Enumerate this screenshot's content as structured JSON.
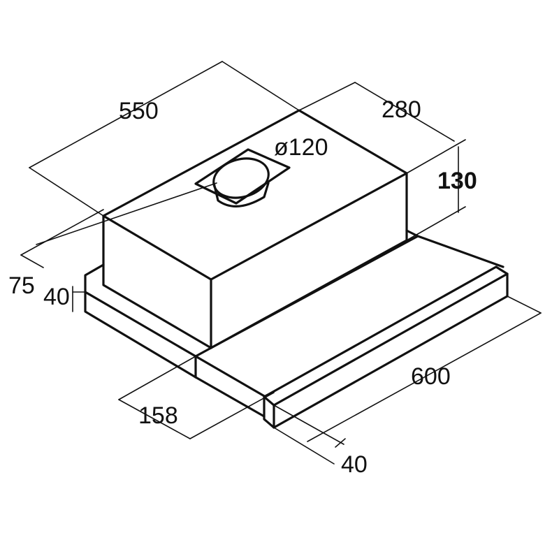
{
  "dimensions": {
    "width": "550",
    "depth": "280",
    "duct_diameter": "ø120",
    "motor_height": "130",
    "total_height": "75",
    "base_height": "40",
    "slide_offset": "158",
    "total_length": "600",
    "front_height": "40"
  },
  "colors": {
    "line": "#111111",
    "background": "#ffffff"
  }
}
